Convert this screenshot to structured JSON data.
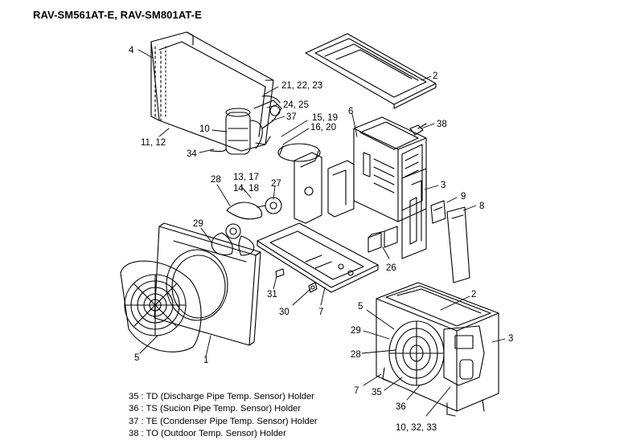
{
  "title": "RAV-SM561AT-E, RAV-SM801AT-E",
  "callouts": {
    "c1": "1",
    "c2": "2",
    "c2b": "2",
    "c3": "3",
    "c3b": "3",
    "c4": "4",
    "c5": "5",
    "c5b": "5",
    "c6": "6",
    "c7": "7",
    "c7b": "7",
    "c8": "8",
    "c9": "9",
    "c10": "10",
    "c11_12": "11, 12",
    "c13_17": "13, 17",
    "c14_18": "14, 18",
    "c15_19": "15, 19",
    "c16_20": "16, 20",
    "c21_22_23": "21, 22, 23",
    "c24_25": "24, 25",
    "c26": "26",
    "c27": "27",
    "c28": "28",
    "c28b": "28",
    "c29": "29",
    "c29b": "29",
    "c30": "30",
    "c31": "31",
    "c34": "34",
    "c35": "35",
    "c36": "36",
    "c37": "37",
    "c38": "38",
    "c10_32_33": "10, 32, 33"
  },
  "legend": [
    "35 : TD (Discharge Pipe Temp. Sensor) Holder",
    "36 : TS (Sucion Pipe Temp. Sensor) Holder",
    "37 : TE (Condenser Pipe Temp. Sensor) Holder",
    "38 : TO (Outdoor Temp. Sensor) Holder"
  ]
}
